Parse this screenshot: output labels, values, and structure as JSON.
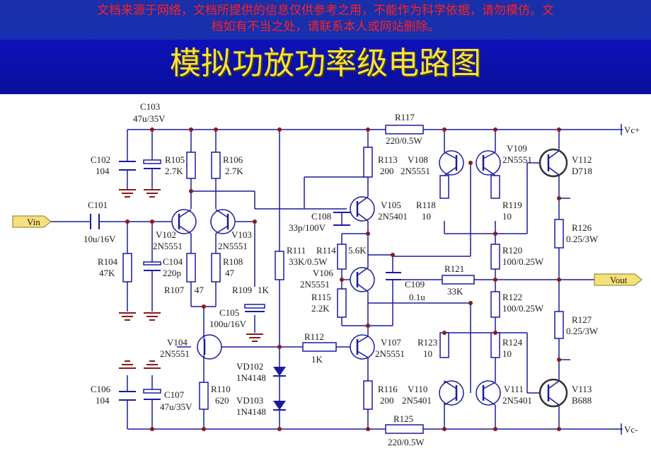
{
  "header": {
    "banner_line1": "文档来源于网络，文档所提供的信息仅供参考之用，不能作为科学依据，请勿模仿。文",
    "banner_line2": "档如有不当之处，请联系本人或网站删除。",
    "title": "模拟功放功率级电路图"
  },
  "colors": {
    "header_bg": "#0c12b8",
    "banner_text": "#ff2020",
    "title_text": "#ffe040",
    "wire": "#1a1aa0",
    "node": "#8b1a1a",
    "tag_fill": "#f5e07a"
  },
  "terminals": {
    "vin": "Vin",
    "vout": "Vout",
    "vcc_pos": "Vc+",
    "vcc_neg": "Vc-"
  },
  "labels": {
    "c103": "C103",
    "c103_v": "47u/35V",
    "r117": "R117",
    "r117_v": "220/0.5W",
    "c102": "C102",
    "c102_v": "104",
    "r105": "R105",
    "r105_v": "2.7K",
    "r106": "R106",
    "r106_v": "2.7K",
    "r113": "R113",
    "r113_v": "200",
    "v108": "V108",
    "v108_v": "2N5551",
    "v109": "V109",
    "v109_v": "2N5551",
    "v112": "V112",
    "v112_v": "D718",
    "c101": "C101",
    "c101_v": "10u/16V",
    "v102": "V102",
    "v102_v": "2N5551",
    "v103": "V103",
    "v103_v": "2N5551",
    "c108": "C108",
    "c108_v": "33p/100V",
    "v105": "V105",
    "v105_v": "2N5401",
    "r118": "R118",
    "r118_v": "10",
    "r119": "R119",
    "r119_v": "10",
    "r126": "R126",
    "r126_v": "0.25/3W",
    "r104": "R104",
    "r104_v": "47K",
    "c104": "C104",
    "c104_v": "220p",
    "r108": "R108",
    "r108_v": "47",
    "r111": "R111",
    "r111_v": "33K/0.5W",
    "r114": "R114",
    "r114_v": "5.6K",
    "r120": "R120",
    "r120_v": "100/0.25W",
    "r107": "R107",
    "r107_v": "47",
    "r109": "R109",
    "r109_v": "1K",
    "v106": "V106",
    "v106_v": "2N5551",
    "r115": "R115",
    "r115_v": "2.2K",
    "c109": "C109",
    "c109_v": "0.1u",
    "r121": "R121",
    "r121_v": "33K",
    "r122": "R122",
    "r122_v": "100/0.25W",
    "c105": "C105",
    "c105_v": "100u/16V",
    "r127": "R127",
    "r127_v": "0.25/3W",
    "v104": "V104",
    "v104_v": "2N5551",
    "r112": "R112",
    "r112_v": "1K",
    "v107": "V107",
    "v107_v": "2N5551",
    "r123": "R123",
    "r123_v": "10",
    "r124": "R124",
    "r124_v": "10",
    "vd102": "VD102",
    "vd102_v": "1N4148",
    "vd103": "VD103",
    "vd103_v": "1N4148",
    "c106": "C106",
    "c106_v": "104",
    "c107": "C107",
    "c107_v": "47u/35V",
    "r110": "R110",
    "r110_v": "620",
    "r116": "R116",
    "r116_v": "200",
    "v110": "V110",
    "v110_v": "2N5401",
    "v111": "V111",
    "v111_v": "2N5401",
    "v113": "V113",
    "v113_v": "B688",
    "r125": "R125",
    "r125_v": "220/0.5W"
  }
}
